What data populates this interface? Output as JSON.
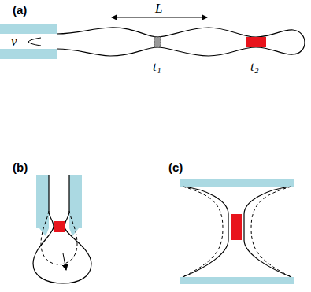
{
  "diagram": {
    "labels": [
      "(a)",
      "v",
      "L",
      "t₁",
      "t₂",
      "(b)",
      "(c)"
    ]
  }
}
